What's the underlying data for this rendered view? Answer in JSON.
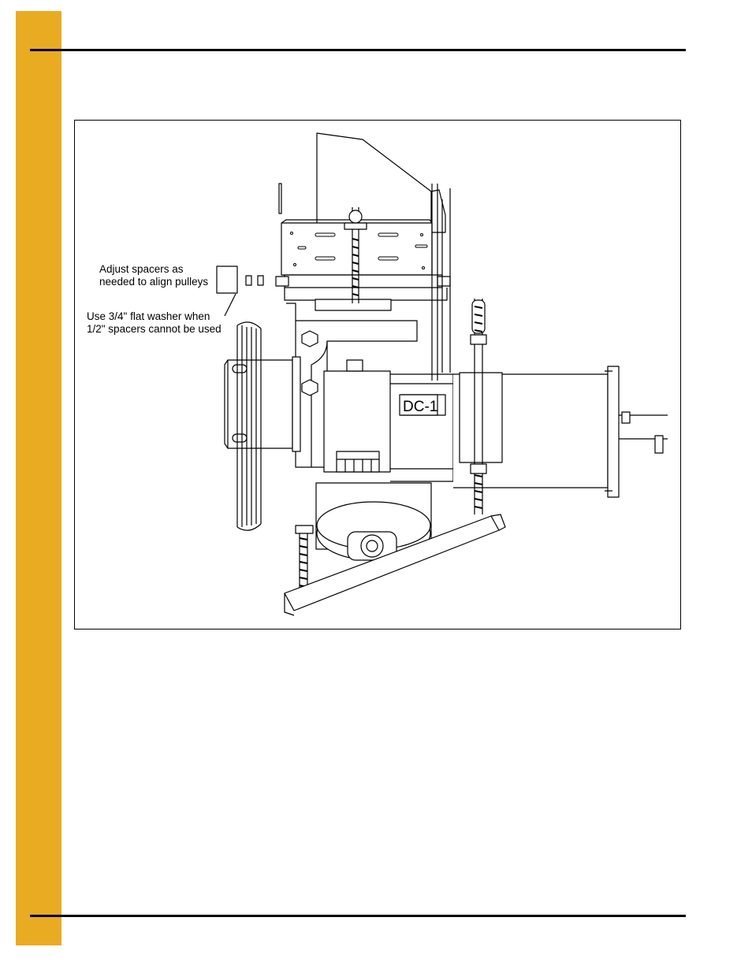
{
  "figure": {
    "callouts": {
      "spacers": "Adjust spacers as\nneeded to align pulleys",
      "washer": "Use 3/4\" flat washer when\n1/2\" spacers cannot be used"
    },
    "motor_label": "DC-1"
  },
  "colors": {
    "sidebar": "#e9ab22",
    "rule": "#000000"
  }
}
